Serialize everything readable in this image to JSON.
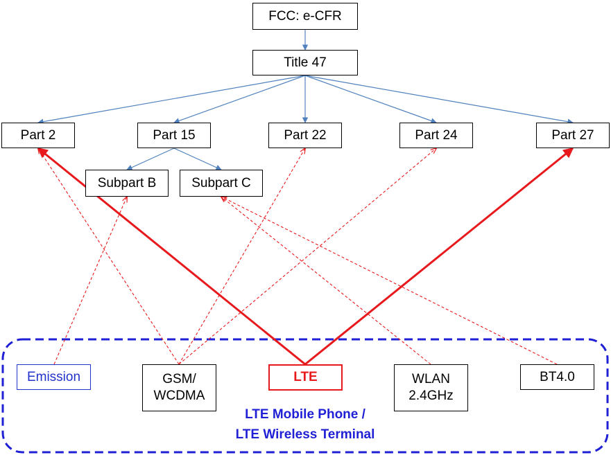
{
  "nodes": {
    "fcc": "FCC: e-CFR",
    "title47": "Title 47",
    "part2": "Part 2",
    "part15": "Part 15",
    "part22": "Part 22",
    "part24": "Part 24",
    "part27": "Part 27",
    "subpartB": "Subpart B",
    "subpartC": "Subpart C",
    "emission": "Emission",
    "gsm": "GSM/\nWCDMA",
    "lte": "LTE",
    "wlan": "WLAN\n2.4GHz",
    "bt": "BT4.0"
  },
  "group": {
    "caption_line1": "LTE Mobile Phone /",
    "caption_line2": "LTE Wireless Terminal"
  },
  "edges": [
    {
      "from": "fcc",
      "to": "title47",
      "style": "hierarchy"
    },
    {
      "from": "title47",
      "to": "part2",
      "style": "hierarchy"
    },
    {
      "from": "title47",
      "to": "part15",
      "style": "hierarchy"
    },
    {
      "from": "title47",
      "to": "part22",
      "style": "hierarchy"
    },
    {
      "from": "title47",
      "to": "part24",
      "style": "hierarchy"
    },
    {
      "from": "title47",
      "to": "part27",
      "style": "hierarchy"
    },
    {
      "from": "part15",
      "to": "subpartB",
      "style": "hierarchy"
    },
    {
      "from": "part15",
      "to": "subpartC",
      "style": "hierarchy"
    },
    {
      "from": "lte",
      "to": "part2",
      "style": "primary"
    },
    {
      "from": "lte",
      "to": "part27",
      "style": "primary"
    },
    {
      "from": "emission",
      "to": "subpartB",
      "style": "secondary"
    },
    {
      "from": "gsm",
      "to": "part2",
      "style": "secondary"
    },
    {
      "from": "gsm",
      "to": "part22",
      "style": "secondary"
    },
    {
      "from": "gsm",
      "to": "part24",
      "style": "secondary"
    },
    {
      "from": "wlan",
      "to": "subpartC",
      "style": "secondary"
    },
    {
      "from": "bt",
      "to": "subpartC",
      "style": "secondary"
    }
  ],
  "colors": {
    "hierarchy": "#4f81bd",
    "primary": "#e8191c",
    "secondary": "#e8191c",
    "group_border": "#1f1fd6",
    "caption": "#1f1fd6"
  }
}
